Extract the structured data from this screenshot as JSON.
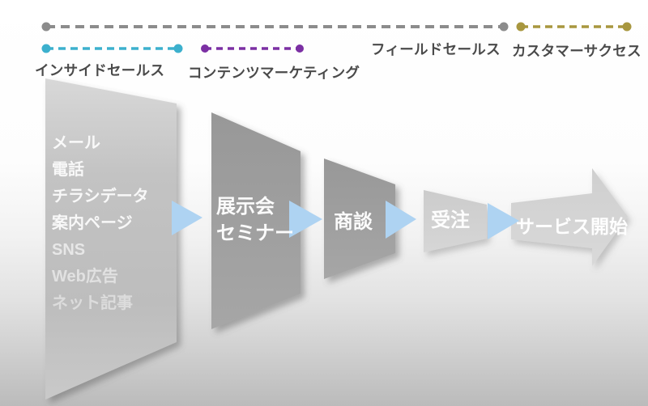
{
  "legend": {
    "inside_sales": {
      "label": "インサイドセールス",
      "color": "#3cb0cd"
    },
    "content_marketing": {
      "label": "コンテンツマーケティング",
      "color": "#7b2fa3"
    },
    "field_sales": {
      "label": "フィールドセールス",
      "color": "#8c8c8c"
    },
    "customer_success": {
      "label": "カスタマーサクセス",
      "color": "#a8973f"
    }
  },
  "funnel": {
    "stage1": {
      "items": [
        "メール",
        "電話",
        "チラシデータ",
        "案内ページ",
        "SNS",
        "Web広告",
        "ネット記事"
      ]
    },
    "stage2": {
      "line1": "展示会",
      "line2": "セミナー"
    },
    "stage3": {
      "label": "商談"
    },
    "stage4": {
      "label": "受注"
    },
    "stage5": {
      "label": "サービス開始"
    }
  },
  "colors": {
    "funnel_large_gray": "#c2c2c2",
    "funnel_dark_gray": "#9d9d9d",
    "funnel_light_gray": "#d2d2d2",
    "final_arrow_gray": "#d3d3d3",
    "connector_blue": "#aed3f2",
    "legend_text": "#4a4a4a",
    "stage_text": "#ffffff"
  }
}
